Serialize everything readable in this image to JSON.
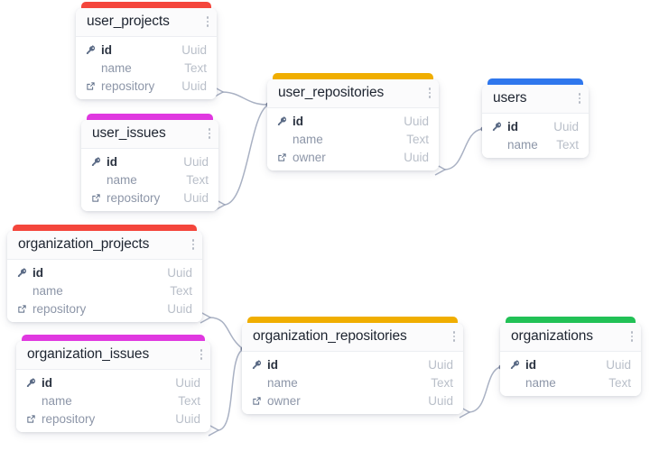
{
  "diagram": {
    "type": "entity-relationship-diagram",
    "background": "#ffffff",
    "edge_color": "#9aa3b8",
    "icons": {
      "primary_key": "key-icon",
      "foreign_key": "external-link-icon",
      "menu": "kebab-menu-icon"
    },
    "tables": [
      {
        "id": "user_projects",
        "name": "user_projects",
        "accent": "#f4463c",
        "fields": [
          {
            "icon": "key-icon",
            "name": "id",
            "type": "Uuid",
            "key": "pk"
          },
          {
            "icon": "none",
            "name": "name",
            "type": "Text",
            "key": "none"
          },
          {
            "icon": "external-link-icon",
            "name": "repository",
            "type": "Uuid",
            "key": "fk"
          }
        ]
      },
      {
        "id": "user_issues",
        "name": "user_issues",
        "accent": "#e038e0",
        "fields": [
          {
            "icon": "key-icon",
            "name": "id",
            "type": "Uuid",
            "key": "pk"
          },
          {
            "icon": "none",
            "name": "name",
            "type": "Text",
            "key": "none"
          },
          {
            "icon": "external-link-icon",
            "name": "repository",
            "type": "Uuid",
            "key": "fk"
          }
        ]
      },
      {
        "id": "user_repositories",
        "name": "user_repositories",
        "accent": "#f0ae00",
        "fields": [
          {
            "icon": "key-icon",
            "name": "id",
            "type": "Uuid",
            "key": "pk"
          },
          {
            "icon": "none",
            "name": "name",
            "type": "Text",
            "key": "none"
          },
          {
            "icon": "external-link-icon",
            "name": "owner",
            "type": "Uuid",
            "key": "fk"
          }
        ]
      },
      {
        "id": "users",
        "name": "users",
        "accent": "#2f77ed",
        "fields": [
          {
            "icon": "key-icon",
            "name": "id",
            "type": "Uuid",
            "key": "pk"
          },
          {
            "icon": "none",
            "name": "name",
            "type": "Text",
            "key": "none"
          }
        ]
      },
      {
        "id": "organization_projects",
        "name": "organization_projects",
        "accent": "#f4463c",
        "fields": [
          {
            "icon": "key-icon",
            "name": "id",
            "type": "Uuid",
            "key": "pk"
          },
          {
            "icon": "none",
            "name": "name",
            "type": "Text",
            "key": "none"
          },
          {
            "icon": "external-link-icon",
            "name": "repository",
            "type": "Uuid",
            "key": "fk"
          }
        ]
      },
      {
        "id": "organization_issues",
        "name": "organization_issues",
        "accent": "#e038e0",
        "fields": [
          {
            "icon": "key-icon",
            "name": "id",
            "type": "Uuid",
            "key": "pk"
          },
          {
            "icon": "none",
            "name": "name",
            "type": "Text",
            "key": "none"
          },
          {
            "icon": "external-link-icon",
            "name": "repository",
            "type": "Uuid",
            "key": "fk"
          }
        ]
      },
      {
        "id": "organization_repositories",
        "name": "organization_repositories",
        "accent": "#f0ae00",
        "fields": [
          {
            "icon": "key-icon",
            "name": "id",
            "type": "Uuid",
            "key": "pk"
          },
          {
            "icon": "none",
            "name": "name",
            "type": "Text",
            "key": "none"
          },
          {
            "icon": "external-link-icon",
            "name": "owner",
            "type": "Uuid",
            "key": "fk"
          }
        ]
      },
      {
        "id": "organizations",
        "name": "organizations",
        "accent": "#22c156",
        "fields": [
          {
            "icon": "key-icon",
            "name": "id",
            "type": "Uuid",
            "key": "pk"
          },
          {
            "icon": "none",
            "name": "name",
            "type": "Text",
            "key": "none"
          }
        ]
      }
    ],
    "relationships": [
      {
        "from": "user_projects.repository",
        "to": "user_repositories.id"
      },
      {
        "from": "user_issues.repository",
        "to": "user_repositories.id"
      },
      {
        "from": "user_repositories.owner",
        "to": "users.id"
      },
      {
        "from": "organization_projects.repository",
        "to": "organization_repositories.id"
      },
      {
        "from": "organization_issues.repository",
        "to": "organization_repositories.id"
      },
      {
        "from": "organization_repositories.owner",
        "to": "organizations.id"
      }
    ]
  }
}
